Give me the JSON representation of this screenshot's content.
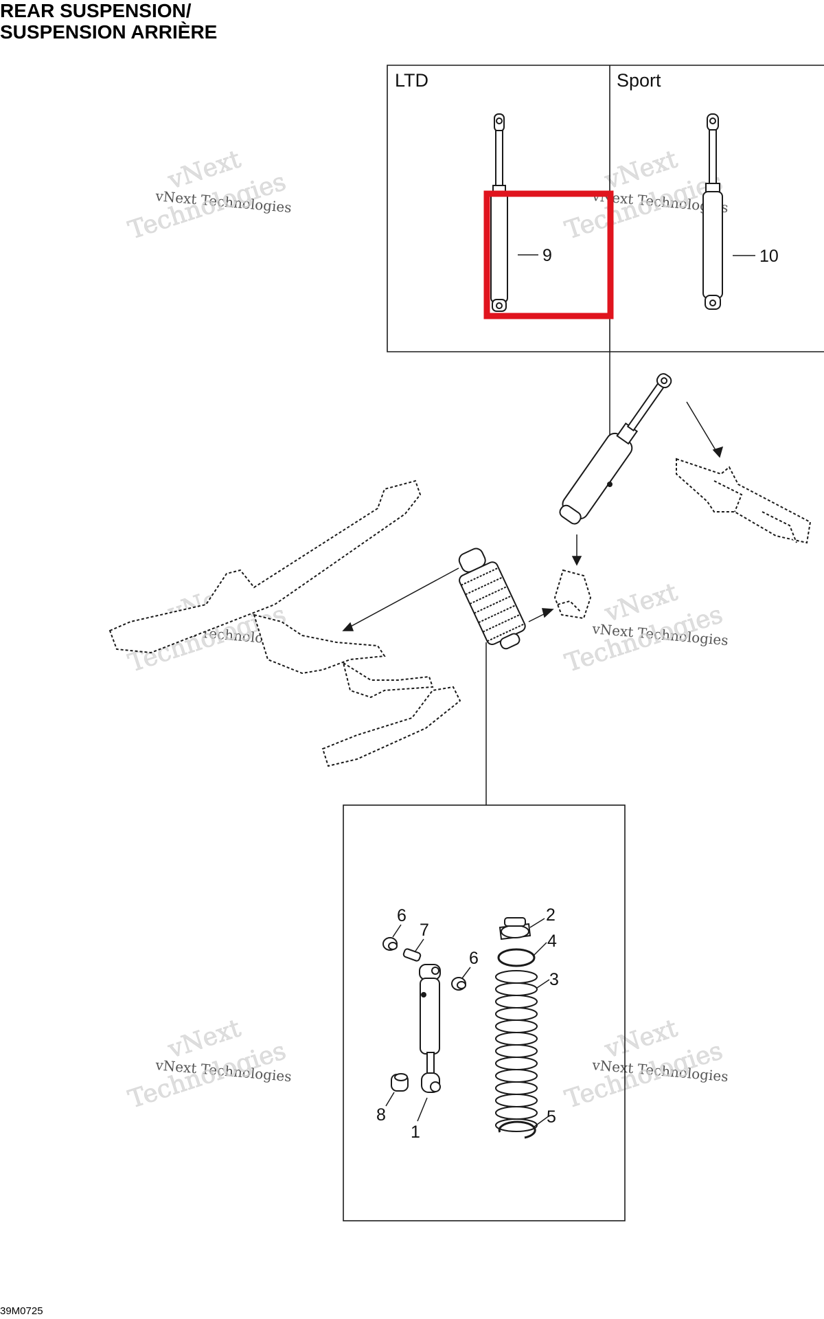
{
  "title": {
    "line1": "REAR SUSPENSION/",
    "line2": "SUSPENSION ARRIÈRE"
  },
  "drawing_id": "39M0725",
  "variants": {
    "left": "LTD",
    "right": "Sport"
  },
  "watermark": {
    "line_small": "vNext Technologies",
    "line_top": "vNext",
    "line_bottom": "Technologies"
  },
  "callouts": {
    "c1": "1",
    "c2": "2",
    "c3": "3",
    "c4": "4",
    "c5": "5",
    "c6a": "6",
    "c6b": "6",
    "c7": "7",
    "c8": "8",
    "c9": "9",
    "c10": "10"
  },
  "colors": {
    "highlight": "#e0141e",
    "line": "#1a1a1a"
  }
}
